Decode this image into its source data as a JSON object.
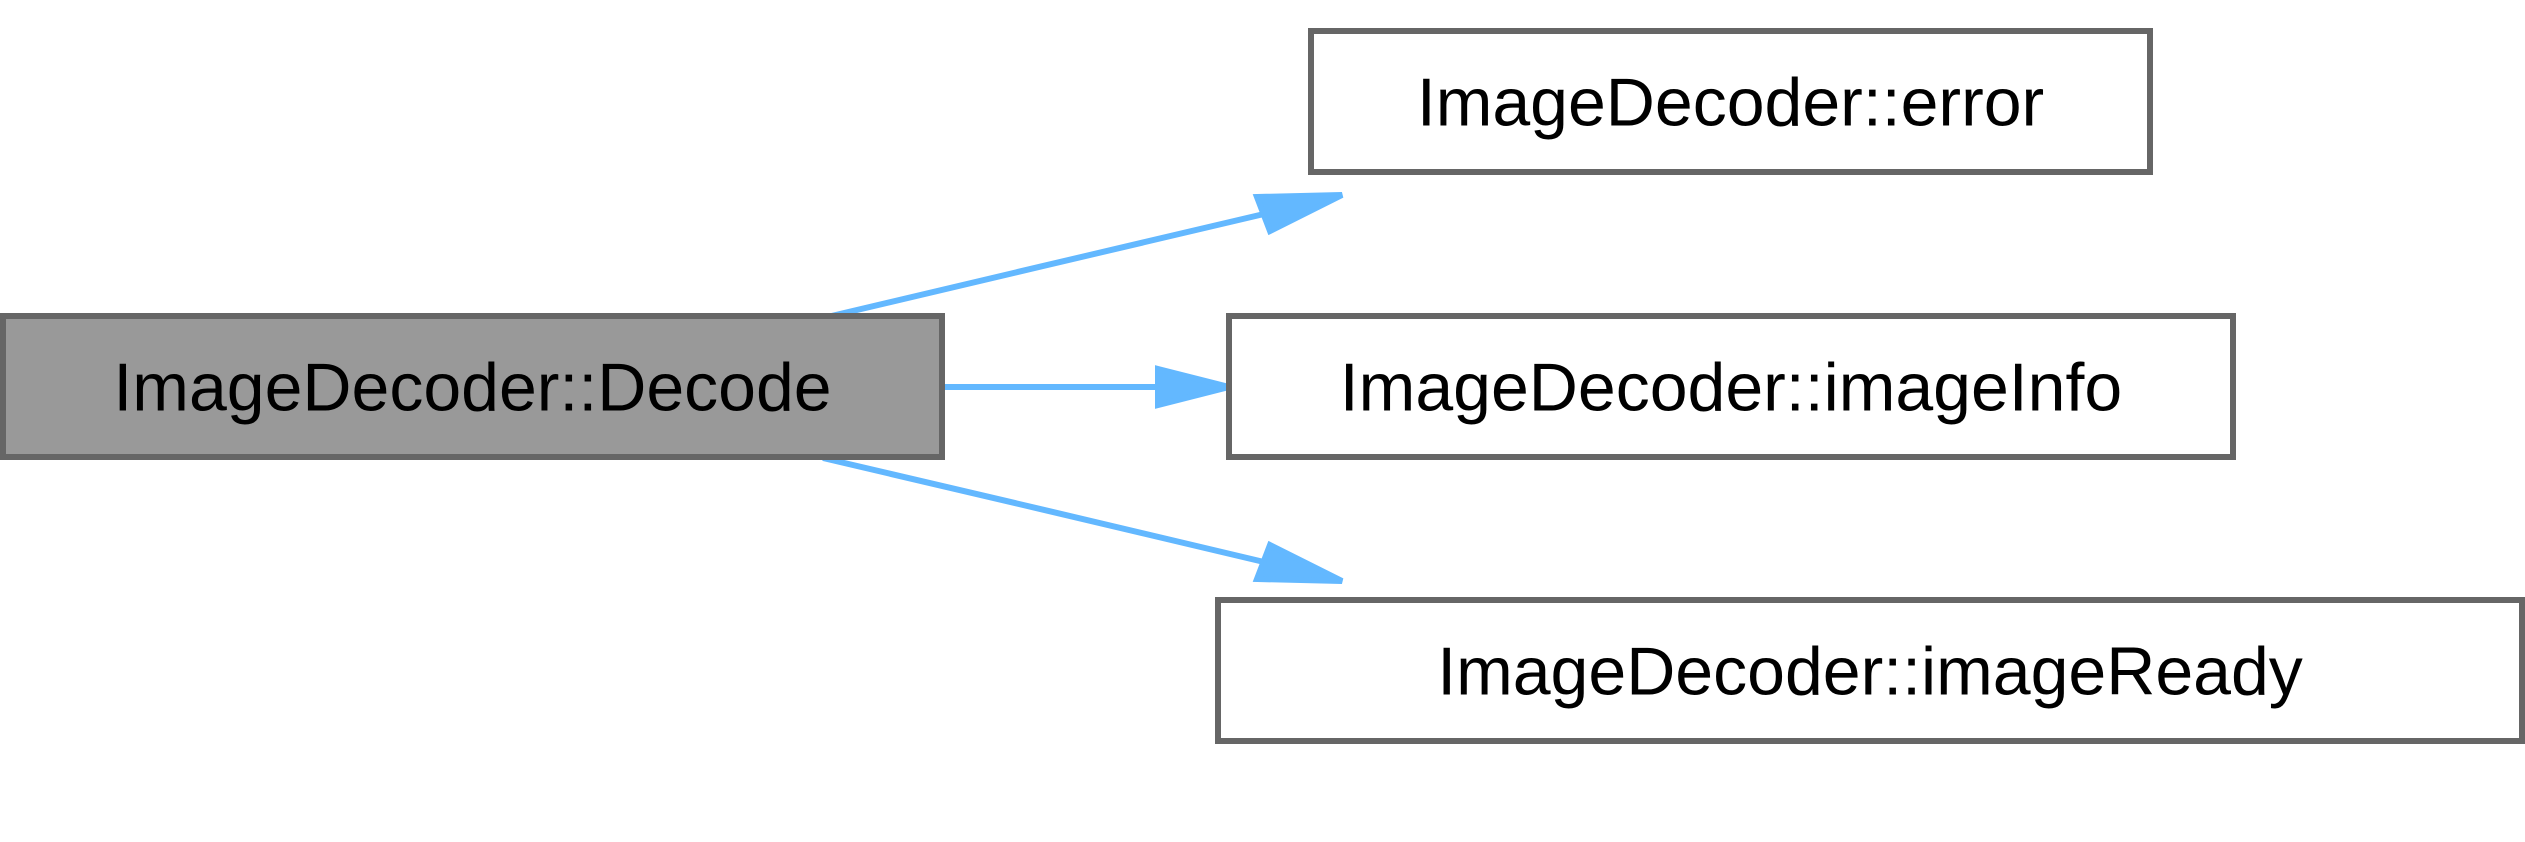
{
  "diagram": {
    "type": "call-graph",
    "nodes": [
      {
        "id": "decode",
        "label": "ImageDecoder::Decode",
        "highlighted": true,
        "interactable": false
      },
      {
        "id": "error",
        "label": "ImageDecoder::error",
        "highlighted": false,
        "interactable": true
      },
      {
        "id": "imageInfo",
        "label": "ImageDecoder::imageInfo",
        "highlighted": false,
        "interactable": true
      },
      {
        "id": "imageReady",
        "label": "ImageDecoder::imageReady",
        "highlighted": false,
        "interactable": true
      }
    ],
    "edges": [
      {
        "from": "decode",
        "to": "error"
      },
      {
        "from": "decode",
        "to": "imageInfo"
      },
      {
        "from": "decode",
        "to": "imageReady"
      }
    ],
    "colors": {
      "highlighted_fill": "#999999",
      "node_fill": "#ffffff",
      "node_border": "#666666",
      "edge": "#63b8ff",
      "text": "#000000"
    }
  }
}
